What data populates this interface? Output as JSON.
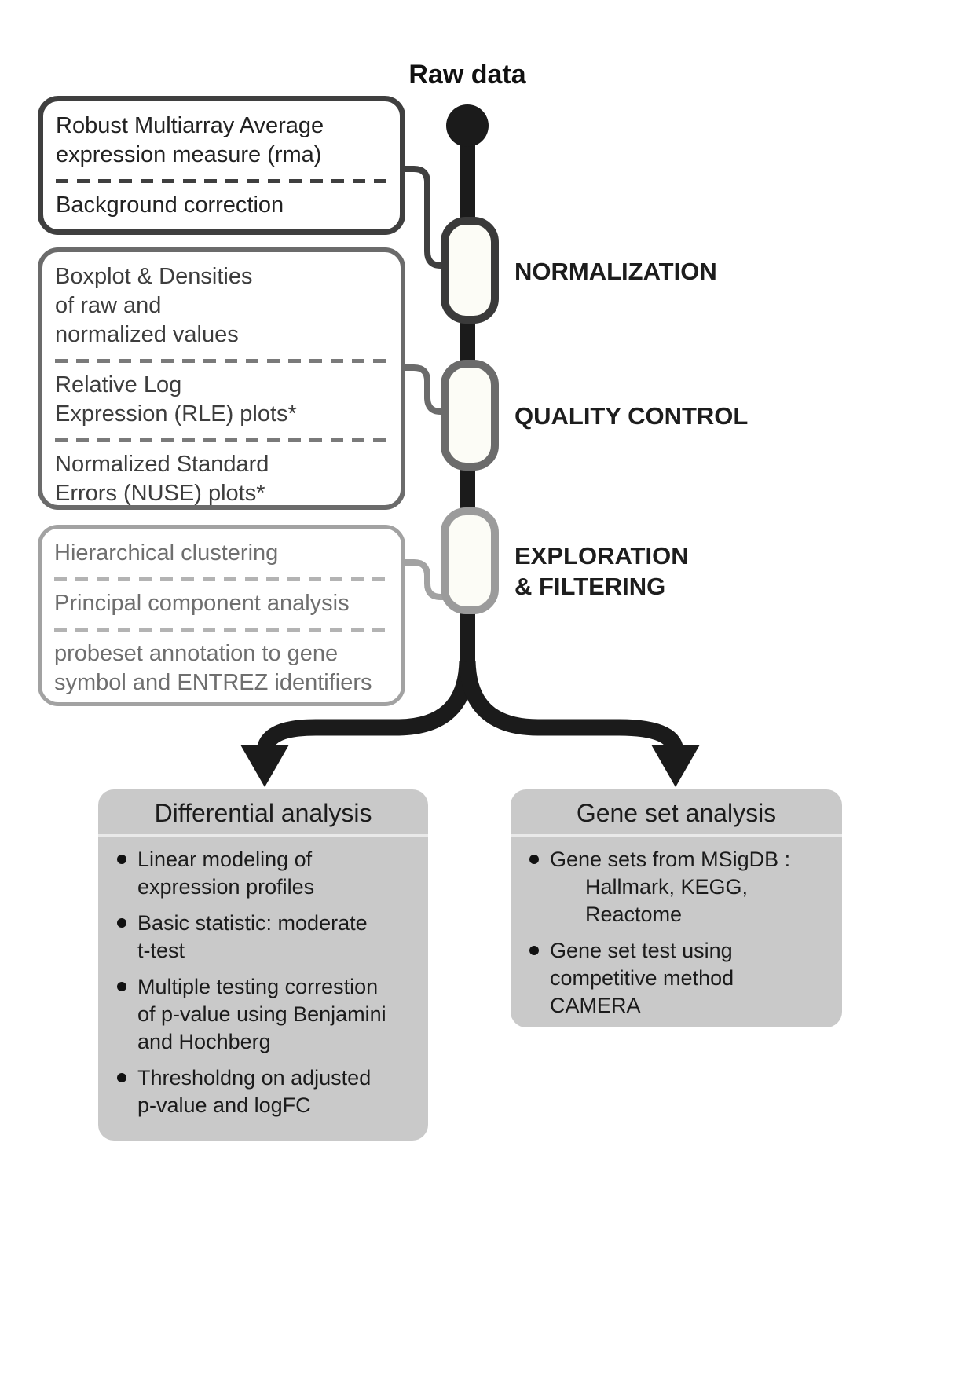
{
  "header": {
    "raw_data_label": "Raw data"
  },
  "stages": {
    "normalization": {
      "label": "NORMALIZATION"
    },
    "quality_control": {
      "label": "QUALITY CONTROL"
    },
    "exploration_filtering": {
      "label": "EXPLORATION\n& FILTERING"
    }
  },
  "step_boxes": {
    "normalization": {
      "steps": [
        "Robust Multiarray Average\nexpression measure (rma)",
        "Background correction"
      ]
    },
    "quality_control": {
      "steps": [
        "Boxplot & Densities\nof raw and\nnormalized values",
        "Relative Log\nExpression (RLE) plots*",
        "Normalized Standard\nErrors (NUSE) plots*"
      ]
    },
    "exploration_filtering": {
      "steps": [
        "Hierarchical clustering",
        "Principal component analysis",
        "probeset annotation to gene\nsymbol and ENTREZ identifiers"
      ]
    }
  },
  "analysis_boxes": {
    "differential": {
      "title": "Differential analysis",
      "bullets": [
        "Linear modeling of\nexpression profiles",
        "Basic statistic: moderate\nt-test",
        "Multiple testing correstion\nof p-value using Benjamini\nand Hochberg",
        "Thresholdng on adjusted\np-value and logFC"
      ]
    },
    "gene_set": {
      "title": "Gene set analysis",
      "bullets": [
        "Gene sets from MSigDB :\n      Hallmark, KEGG,\n      Reactome",
        "Gene set test using\ncompetitive method\nCAMERA"
      ]
    }
  },
  "colors": {
    "ink": "#1b1b1b",
    "box1_border": "#3f3f3f",
    "box2_border": "#6b6b6b",
    "box3_border": "#a2a2a2",
    "analysis_bg": "#c9c9c9",
    "node_fill": "#fcfcf6"
  }
}
